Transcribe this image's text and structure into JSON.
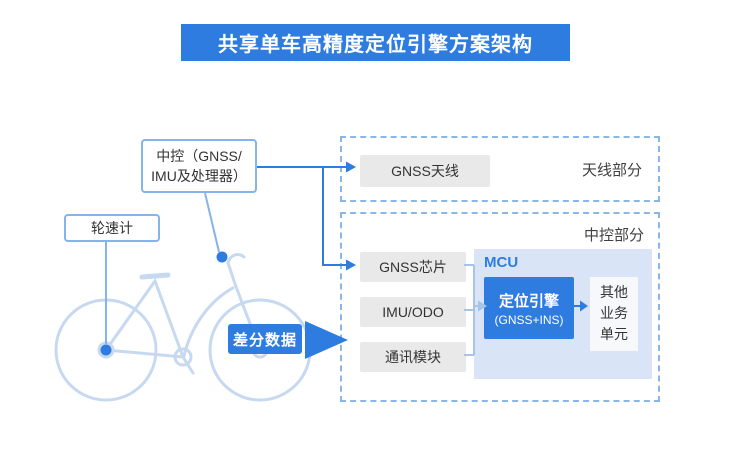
{
  "colors": {
    "accent_blue": "#2e7ce0",
    "light_blue_border": "#86b3ea",
    "dashed_border": "#8ab6e8",
    "gray_box": "#e9e9e9",
    "mcu_background": "#d9e5f6",
    "bike_line": "#c7d9f0"
  },
  "banner": {
    "title": "共享单车高精度定位引擎方案架构"
  },
  "bike": {
    "central_control": {
      "line1": "中控（GNSS/",
      "line2": "IMU及处理器）"
    },
    "wheel_speed_label": "轮速计",
    "diff_data_label": "差分数据"
  },
  "antenna_section": {
    "section_label": "天线部分",
    "gnss_antenna": "GNSS天线"
  },
  "control_section": {
    "section_label": "中控部分",
    "gnss_chip": "GNSS芯片",
    "imu_odo": "IMU/ODO",
    "comm_module": "通讯模块",
    "mcu_label": "MCU",
    "positioning_engine": {
      "line1": "定位引擎",
      "line2": "(GNSS+INS)"
    },
    "other_unit": "其他业务单元"
  }
}
